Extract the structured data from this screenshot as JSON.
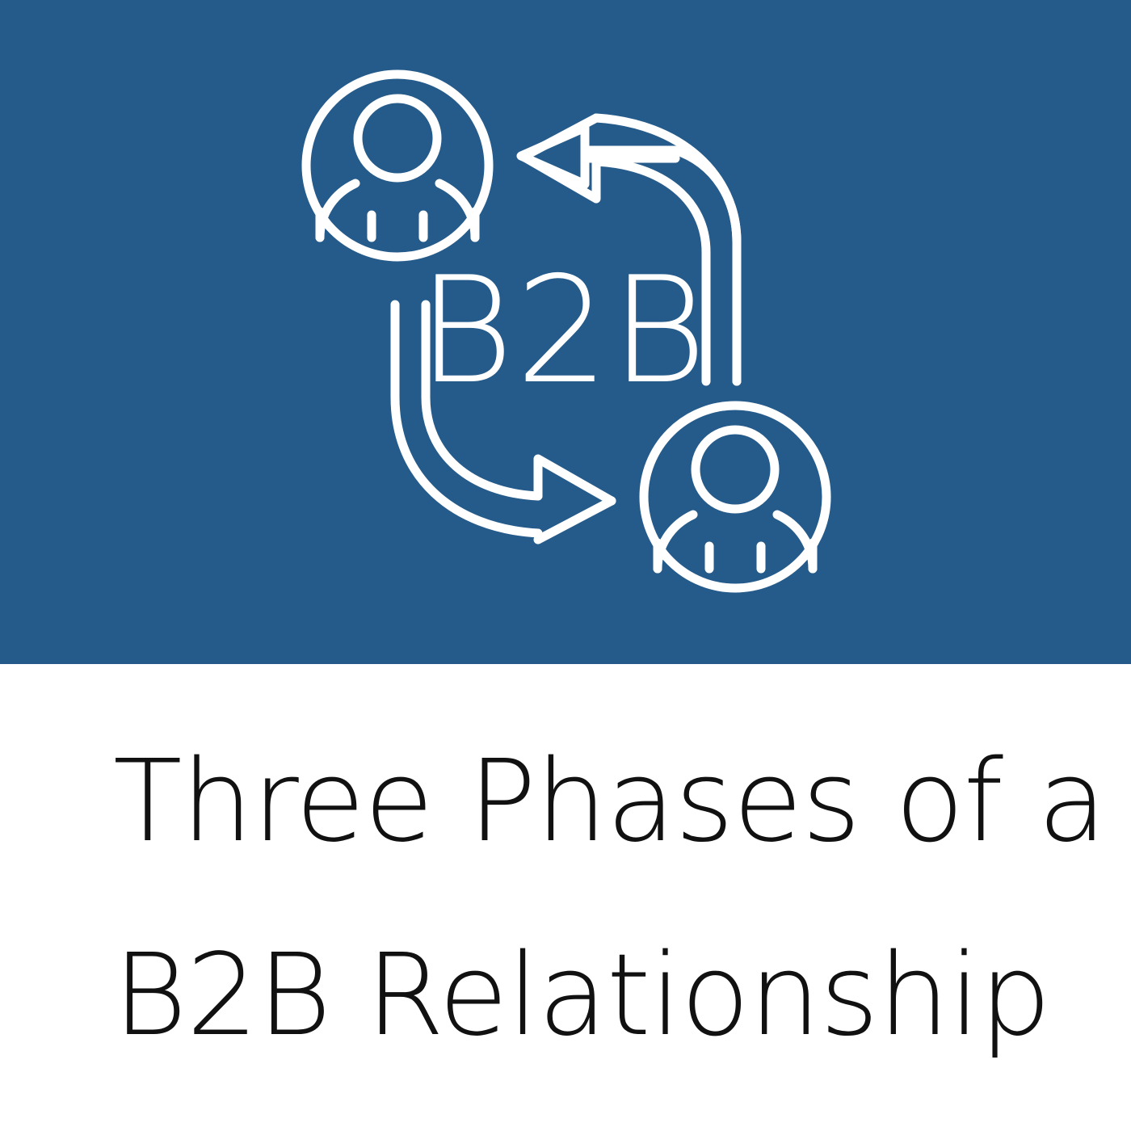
{
  "theme": {
    "brand_blue": "#255b8b",
    "panel_white": "#ffffff",
    "title_ink": "#111111",
    "artwork_stroke": "#ffffff"
  },
  "hero": {
    "region_name": "cover-artwork",
    "background_color": "#255b8b",
    "center_label": "B2B",
    "icons": [
      {
        "name": "person-in-circle-icon-top-left",
        "label": "person"
      },
      {
        "name": "person-in-circle-icon-bottom-right",
        "label": "person"
      }
    ],
    "arrows": [
      {
        "name": "arrow-returning-to-top-left",
        "direction": "up-left",
        "style": "outlined-curved"
      },
      {
        "name": "arrow-flowing-to-bottom-right",
        "direction": "down-right",
        "style": "outlined-curved"
      }
    ]
  },
  "title": {
    "full_text": "Three Phases of a B2B Relationship",
    "lines": [
      "Three Phases of a",
      "B2B Relationship"
    ]
  }
}
